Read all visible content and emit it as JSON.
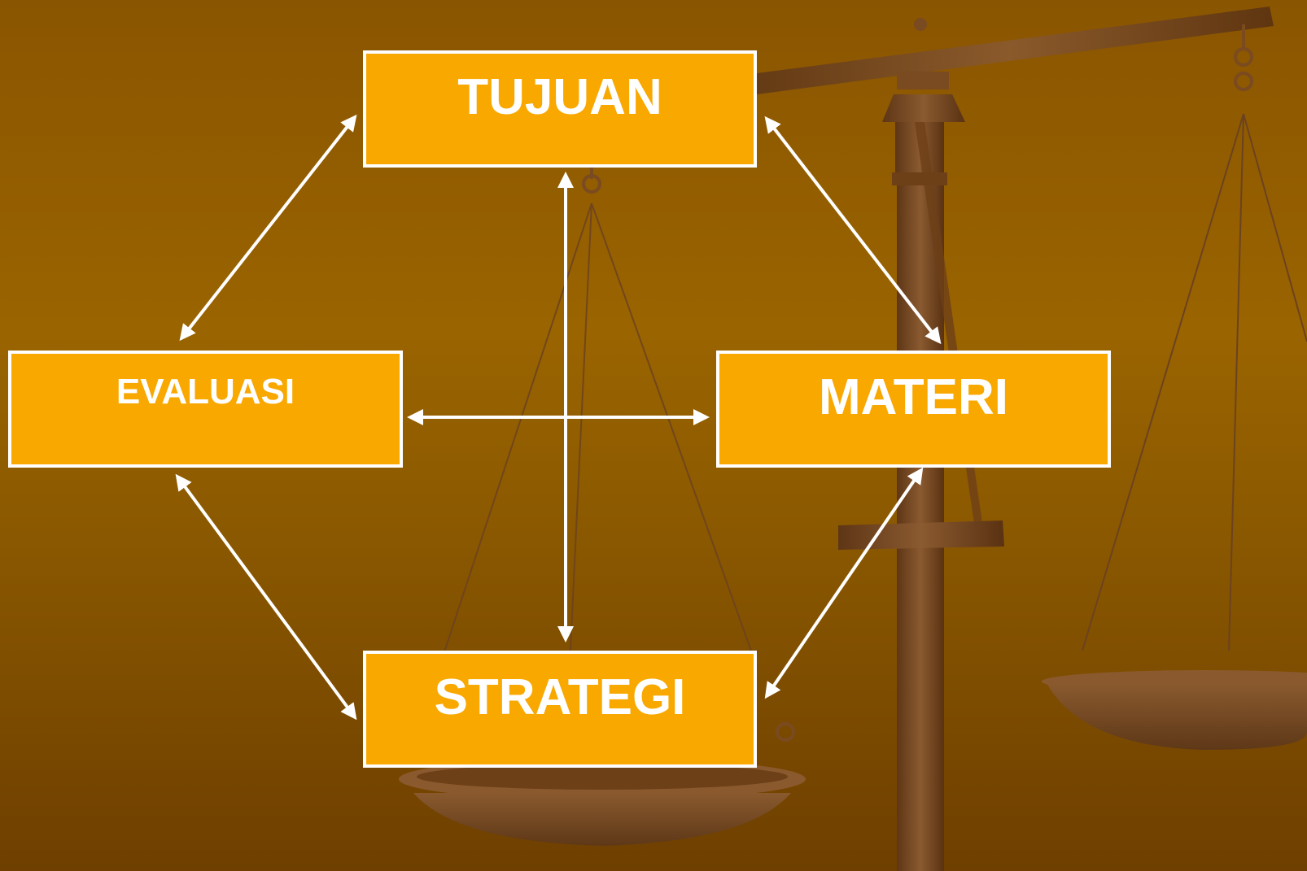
{
  "diagram": {
    "nodes": {
      "tujuan": "TUJUAN",
      "evaluasi": "EVALUASI",
      "materi": "MATERI",
      "strategi": "STRATEGI"
    },
    "edges": [
      {
        "from": "tujuan",
        "to": "evaluasi",
        "direction": "both"
      },
      {
        "from": "tujuan",
        "to": "materi",
        "direction": "both"
      },
      {
        "from": "tujuan",
        "to": "strategi",
        "direction": "both"
      },
      {
        "from": "evaluasi",
        "to": "materi",
        "direction": "both"
      },
      {
        "from": "evaluasi",
        "to": "strategi",
        "direction": "both"
      },
      {
        "from": "materi",
        "to": "strategi",
        "direction": "both"
      }
    ]
  },
  "background": {
    "illustration": "balance-scale",
    "colors": {
      "top": "#9a6400",
      "bottom": "#6e3f00",
      "scale": "#7a4a20"
    }
  },
  "colors": {
    "box_fill": "#f9a800",
    "box_border": "#ffffff",
    "text": "#ffffff",
    "arrow": "#ffffff"
  }
}
